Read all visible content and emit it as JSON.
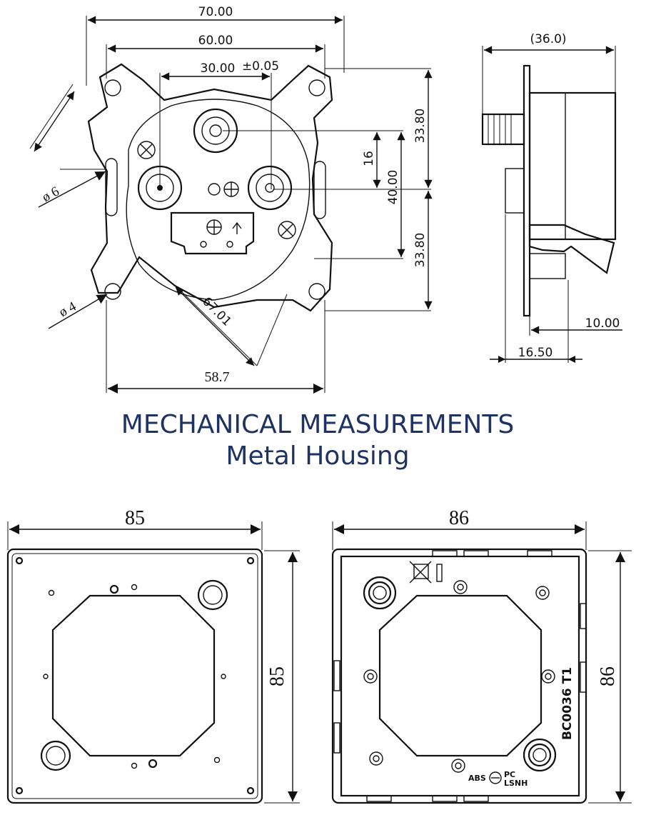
{
  "title": {
    "line1": "MECHANICAL MEASUREMENTS",
    "line2": "Metal Housing"
  },
  "front_view": {
    "dim_width_total": "70.00",
    "dim_width_holes": "60.00",
    "dim_conn_spacing": "30.00",
    "dim_conn_tol": "±0.05",
    "dim_diag": "67.01",
    "dim_bottom": "58.7",
    "dim_v_upper": "33.80",
    "dim_v_lower": "33.80",
    "dim_v_mid": "40.00",
    "dim_v_small": "16",
    "dim_phi6": "ø 6",
    "dim_phi4": "ø 4"
  },
  "side_view": {
    "dim_depth": "(36.0)",
    "dim_ten": "10.00",
    "dim_sixteen": "16.50"
  },
  "plate_front": {
    "dim_width": "85",
    "dim_height": "85"
  },
  "plate_back": {
    "dim_width": "86",
    "dim_height": "86",
    "part_code": "BC0036 T1",
    "material_abs": "ABS",
    "material_pc": "PC",
    "material_lsnh": "LSNH"
  },
  "colors": {
    "title": "#1f3264",
    "lines": "#111111"
  }
}
